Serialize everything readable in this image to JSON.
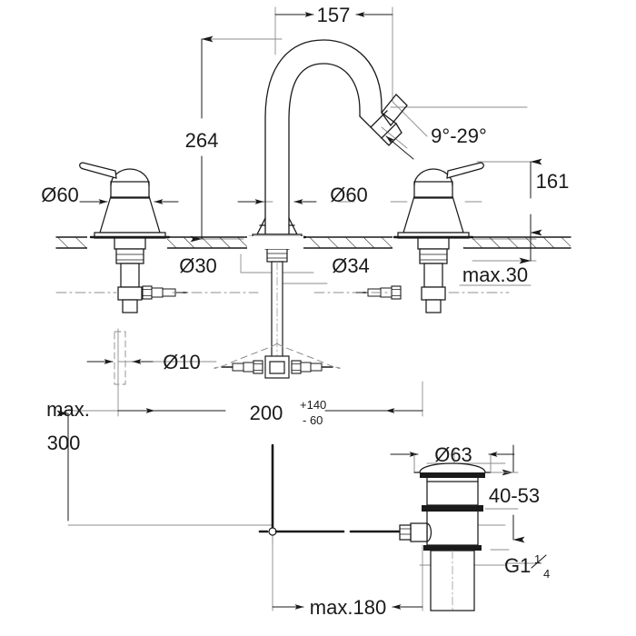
{
  "drawing": {
    "type": "technical-dimension-drawing",
    "subject": "3-hole widespread basin mixer tap with pop-up drain",
    "units": "mm",
    "line_color": "#1a1a1a",
    "background_color": "#ffffff"
  },
  "dimensions": {
    "spout_reach": "157",
    "spout_height": "264",
    "handle_height": "161",
    "escutcheon_left": "Ø60",
    "escutcheon_center": "Ø60",
    "deck_hole_center": "Ø30",
    "deck_hole_side": "Ø34",
    "deck_thickness": "max.30",
    "rod_diameter": "Ø10",
    "spread_nominal": "200",
    "spread_tol_plus": "+140",
    "spread_tol_minus": "- 60",
    "hose_length_label": "max.",
    "hose_length_value": "300",
    "drain_flange": "Ø63",
    "drain_adjust": "40-53",
    "drain_thread_main": "G1",
    "drain_thread_sup": "1",
    "drain_thread_sub": "4",
    "rod_reach": "max.180",
    "aerator_angle": "9°-29°"
  }
}
